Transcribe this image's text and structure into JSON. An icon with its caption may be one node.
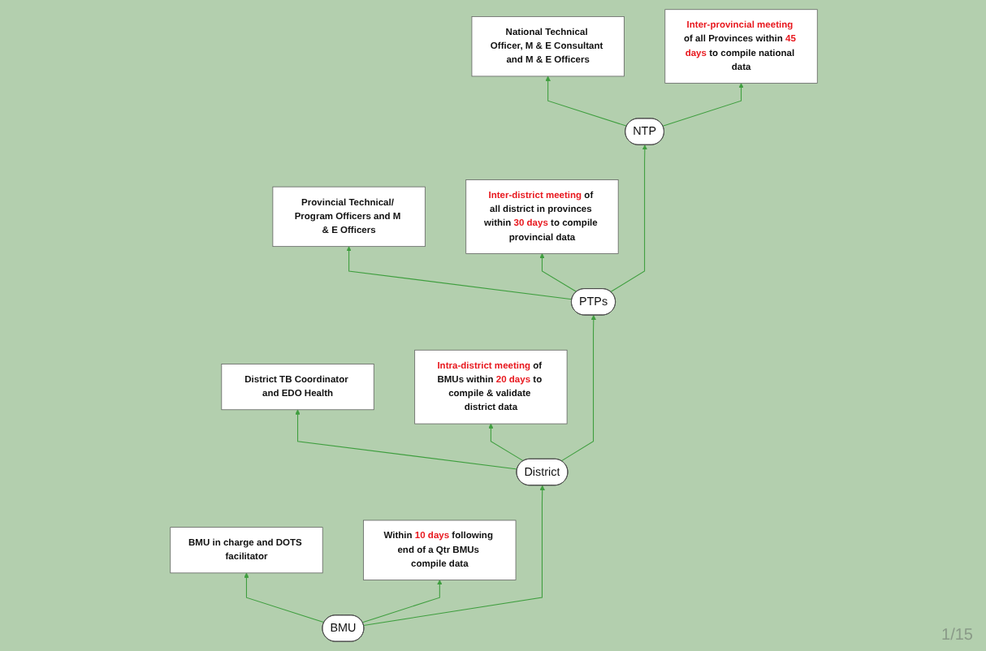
{
  "diagram": {
    "nodes": [
      {
        "text": [
          "National Technical Officer, M & E Consultant and M & E Officers"
        ]
      },
      {
        "text": [
          "NTP"
        ]
      },
      {
        "text": [
          "**Inter-provincial meeting** of all Provinces within **45 days** to compile national data"
        ]
      },
      {
        "text": [
          "Provincial Technical/ Program Officers and M & E Officers"
        ]
      },
      {
        "text": [
          "PTPs"
        ]
      },
      {
        "text": [
          "**Inter-district meeting** of all district in provinces within **30 days** to compile provincial data"
        ]
      },
      {
        "text": [
          "District TB Coordinator and EDO Health"
        ]
      },
      {
        "text": [
          "District"
        ]
      },
      {
        "text": [
          "**Intra-district meeting** of BMUs within **20 days** to compile & validate district data"
        ]
      },
      {
        "text": [
          "BMU in charge and DOTS facilitator"
        ]
      },
      {
        "text": [
          "BMU"
        ]
      },
      {
        "text": [
          "Within **10 days** following end of a Qtr BMUs compile data"
        ]
      }
    ],
    "edges": [
      {
        "from": 1,
        "to": 0,
        "arrow": "to"
      },
      {
        "from": 1,
        "to": 2,
        "arrow": "to"
      },
      {
        "from": 4,
        "to": 1,
        "arrow": "to"
      },
      {
        "from": 4,
        "to": 3,
        "arrow": "to"
      },
      {
        "from": 4,
        "to": 5,
        "arrow": "to"
      },
      {
        "from": 7,
        "to": 4,
        "arrow": "to"
      },
      {
        "from": 7,
        "to": 6,
        "arrow": "to"
      },
      {
        "from": 7,
        "to": 8,
        "arrow": "to"
      },
      {
        "from": 10,
        "to": 7,
        "arrow": "to"
      },
      {
        "from": 10,
        "to": 9,
        "arrow": "to"
      },
      {
        "from": 10,
        "to": 11,
        "arrow": "to"
      }
    ],
    "labels": [
      "1/15"
    ]
  }
}
